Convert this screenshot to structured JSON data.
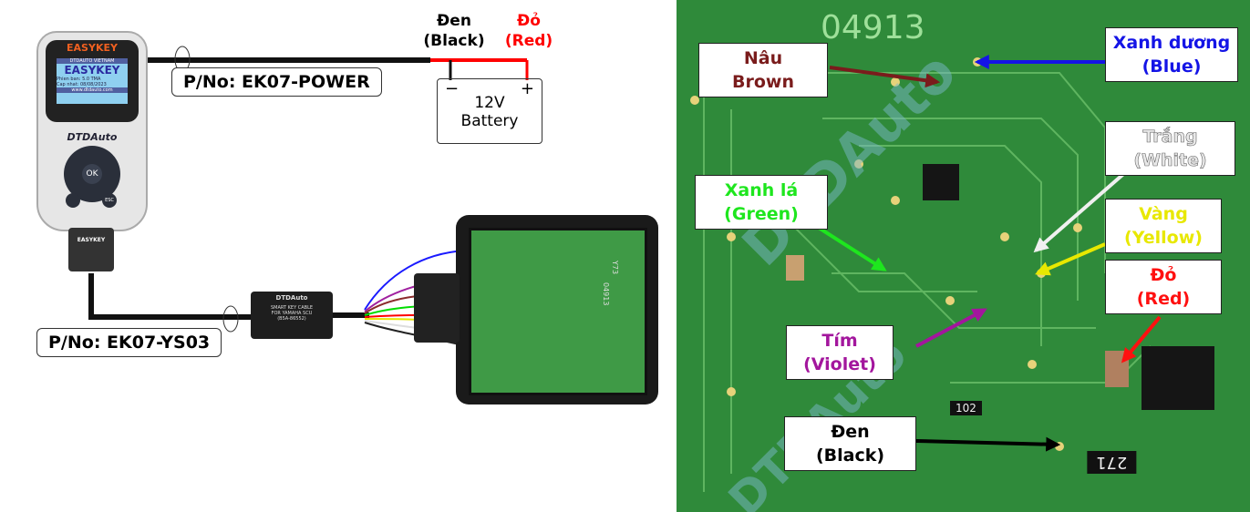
{
  "left": {
    "device": {
      "brand": "EASYKEY",
      "screen_header": "DTDAUTO VIETNAM",
      "screen_title": "EASYKEY",
      "version": "Phien ban: 5.0 TMA",
      "update": "Cap nhat: 08/08/2023",
      "site": "www.dtdauto.com",
      "maker": "DTDAuto",
      "ok": "OK",
      "esc": "ESC",
      "connector": "EASYKEY"
    },
    "power_cable": {
      "part_no": "P/No: EK07-POWER"
    },
    "wire_black": {
      "vi": "Đen",
      "en": "(Black)"
    },
    "wire_red": {
      "vi": "Đỏ",
      "en": "(Red)"
    },
    "battery": {
      "minus": "−",
      "plus": "+",
      "voltage": "12V",
      "label": "Battery"
    },
    "adapter": {
      "brand": "DTDAuto",
      "line1": "SMART KEY CABLE",
      "line2": "FOR YAMAHA SCU",
      "line3": "(B5A-86552)"
    },
    "ys_cable": {
      "part_no": "P/No: EK07-YS03"
    },
    "ecu": {
      "code": "Y73",
      "number": "04913"
    }
  },
  "right": {
    "board_code": "04913",
    "chip_102": "102",
    "chip_271": "271",
    "labels": [
      {
        "vi": "Nâu",
        "en": "Brown",
        "color": "#7a1c1c"
      },
      {
        "vi": "Xanh dương",
        "en": "(Blue)",
        "color": "#1414e6"
      },
      {
        "vi": "Trắng",
        "en": "(White)",
        "color": "#e8e8e8"
      },
      {
        "vi": "Xanh lá",
        "en": "(Green)",
        "color": "#1ee61e"
      },
      {
        "vi": "Vàng",
        "en": "(Yellow)",
        "color": "#e8e800"
      },
      {
        "vi": "Đỏ",
        "en": "(Red)",
        "color": "#ff1010"
      },
      {
        "vi": "Tím",
        "en": "(Violet)",
        "color": "#a3169d"
      },
      {
        "vi": "Đen",
        "en": "(Black)",
        "color": "#000000"
      }
    ]
  },
  "watermark": "DTDAuto"
}
